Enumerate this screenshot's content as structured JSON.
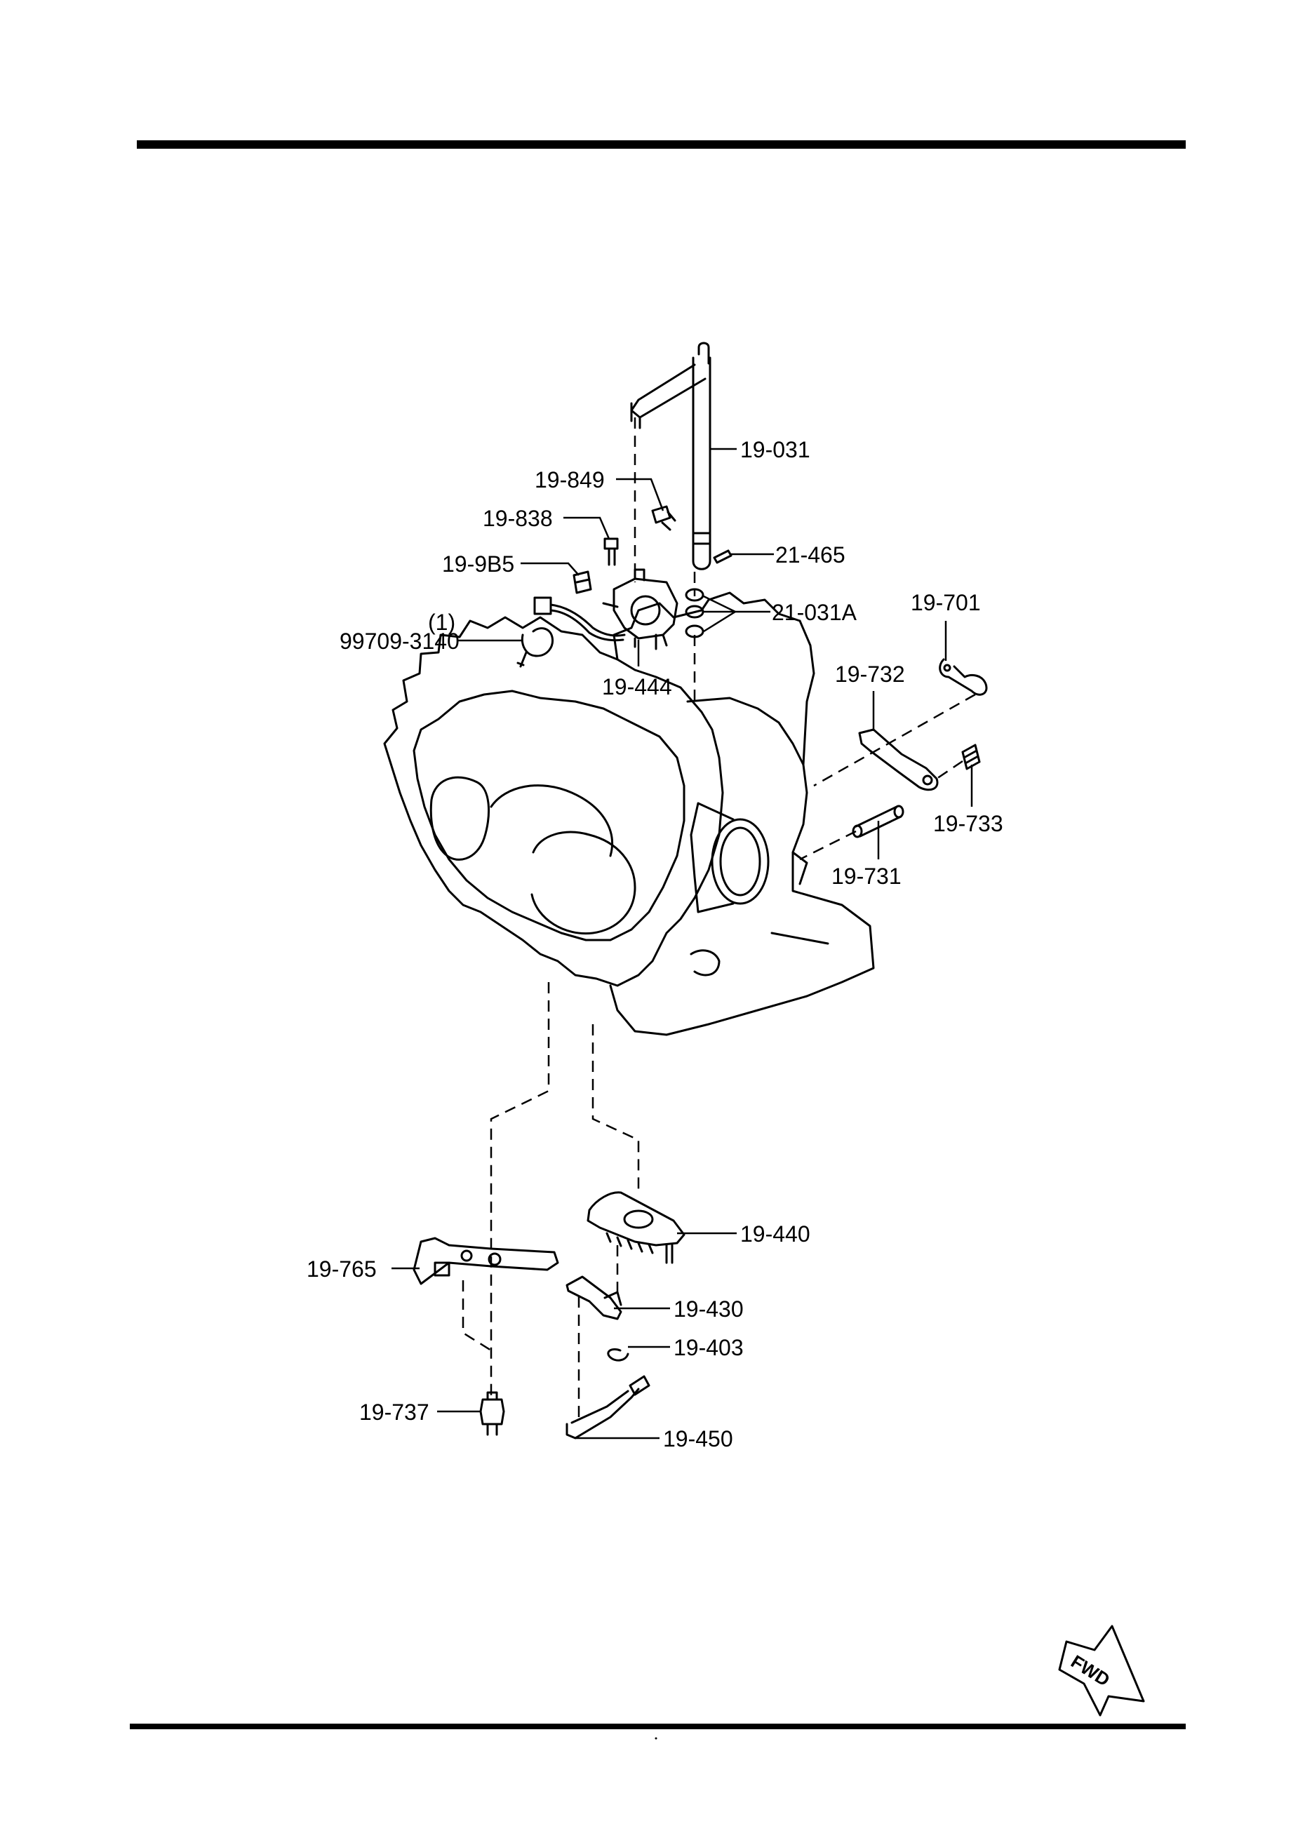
{
  "diagram": {
    "part_labels": [
      {
        "key": "p19031",
        "text": "19-031"
      },
      {
        "key": "p19849",
        "text": "19-849"
      },
      {
        "key": "p19838",
        "text": "19-838"
      },
      {
        "key": "p21465",
        "text": "21-465"
      },
      {
        "key": "p199B5",
        "text": "19-9B5"
      },
      {
        "key": "p21031A",
        "text": "21-031A"
      },
      {
        "key": "p19701",
        "text": "19-701"
      },
      {
        "key": "p99709qty",
        "text": "(1)"
      },
      {
        "key": "p99709",
        "text": "99709-3140"
      },
      {
        "key": "p19444",
        "text": "19-444"
      },
      {
        "key": "p19732",
        "text": "19-732"
      },
      {
        "key": "p19733",
        "text": "19-733"
      },
      {
        "key": "p19731",
        "text": "19-731"
      },
      {
        "key": "p19440",
        "text": "19-440"
      },
      {
        "key": "p19765",
        "text": "19-765"
      },
      {
        "key": "p19430",
        "text": "19-430"
      },
      {
        "key": "p19403",
        "text": "19-403"
      },
      {
        "key": "p19737",
        "text": "19-737"
      },
      {
        "key": "p19450",
        "text": "19-450"
      }
    ],
    "fwd_label": "FWD",
    "colors": {
      "ink": "#000000",
      "paper": "#ffffff"
    }
  }
}
